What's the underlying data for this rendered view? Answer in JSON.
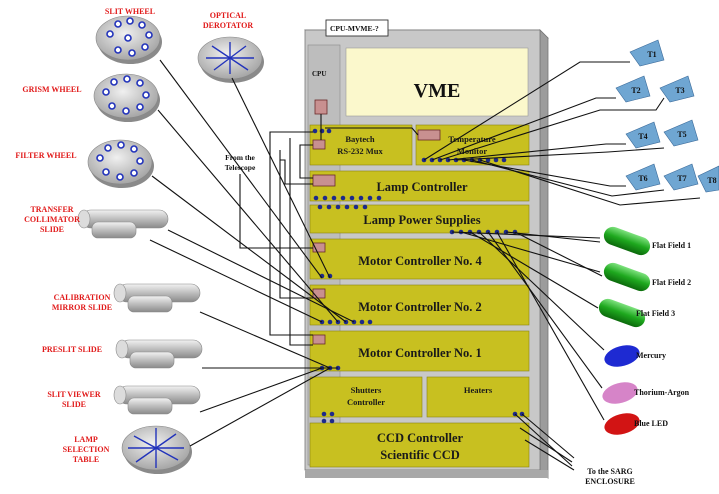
{
  "vme": {
    "title": "VME",
    "cpu_tag": "CPU-MVME-?",
    "cpu_label": "CPU",
    "modules": {
      "baytech": [
        "Baytech",
        "RS-232 Mux"
      ],
      "temperature": [
        "Temperature",
        "Monitor"
      ],
      "lamp_controller": "Lamp Controller",
      "lamp_power": "Lamp Power Supplies",
      "motor4": "Motor Controller No. 4",
      "motor2": "Motor Controller No. 2",
      "motor1": "Motor Controller No. 1",
      "shutters": [
        "Shutters",
        "Controller"
      ],
      "heaters": "Heaters",
      "ccd": [
        "CCD Controller",
        "Scientific CCD"
      ]
    },
    "from_telescope": [
      "From the",
      "Telescope"
    ]
  },
  "left_devices": {
    "slit_wheel": "SLIT WHEEL",
    "optical_derotator": [
      "OPTICAL",
      "DEROTATOR"
    ],
    "grism_wheel": "GRISM WHEEL",
    "filter_wheel": "FILTER WHEEL",
    "transfer_slide": [
      "TRANSFER",
      "COLLIMATOR",
      "SLIDE"
    ],
    "calibration_slide": [
      "CALIBRATION",
      "MIRROR SLIDE"
    ],
    "preslit_slide": "PRESLIT SLIDE",
    "slit_viewer_slide": [
      "SLIT VIEWER",
      "SLIDE"
    ],
    "lamp_table": [
      "LAMP",
      "SELECTION",
      "TABLE"
    ]
  },
  "sensors": [
    "T1",
    "T2",
    "T3",
    "T4",
    "T5",
    "T6",
    "T7",
    "T8"
  ],
  "lamps": {
    "flat1": "Flat Field 1",
    "flat2": "Flat Field 2",
    "flat3": "Flat Field 3",
    "mercury": "Mercury",
    "thorium": "Thorium-Argon",
    "led": "Blue LED"
  },
  "enclosure": [
    "To the SARG",
    "ENCLOSURE"
  ],
  "colors": {
    "crate": "#c8c8c8",
    "module": "#c8c020",
    "vme_panel": "#fbf8cc",
    "label_red": "#e11919",
    "sensor": "#6fa6d2",
    "lamp_green": "#1ea81e",
    "lamp_blue": "#1e2ad2",
    "lamp_pink": "#d684c8",
    "lamp_red": "#d21414"
  }
}
